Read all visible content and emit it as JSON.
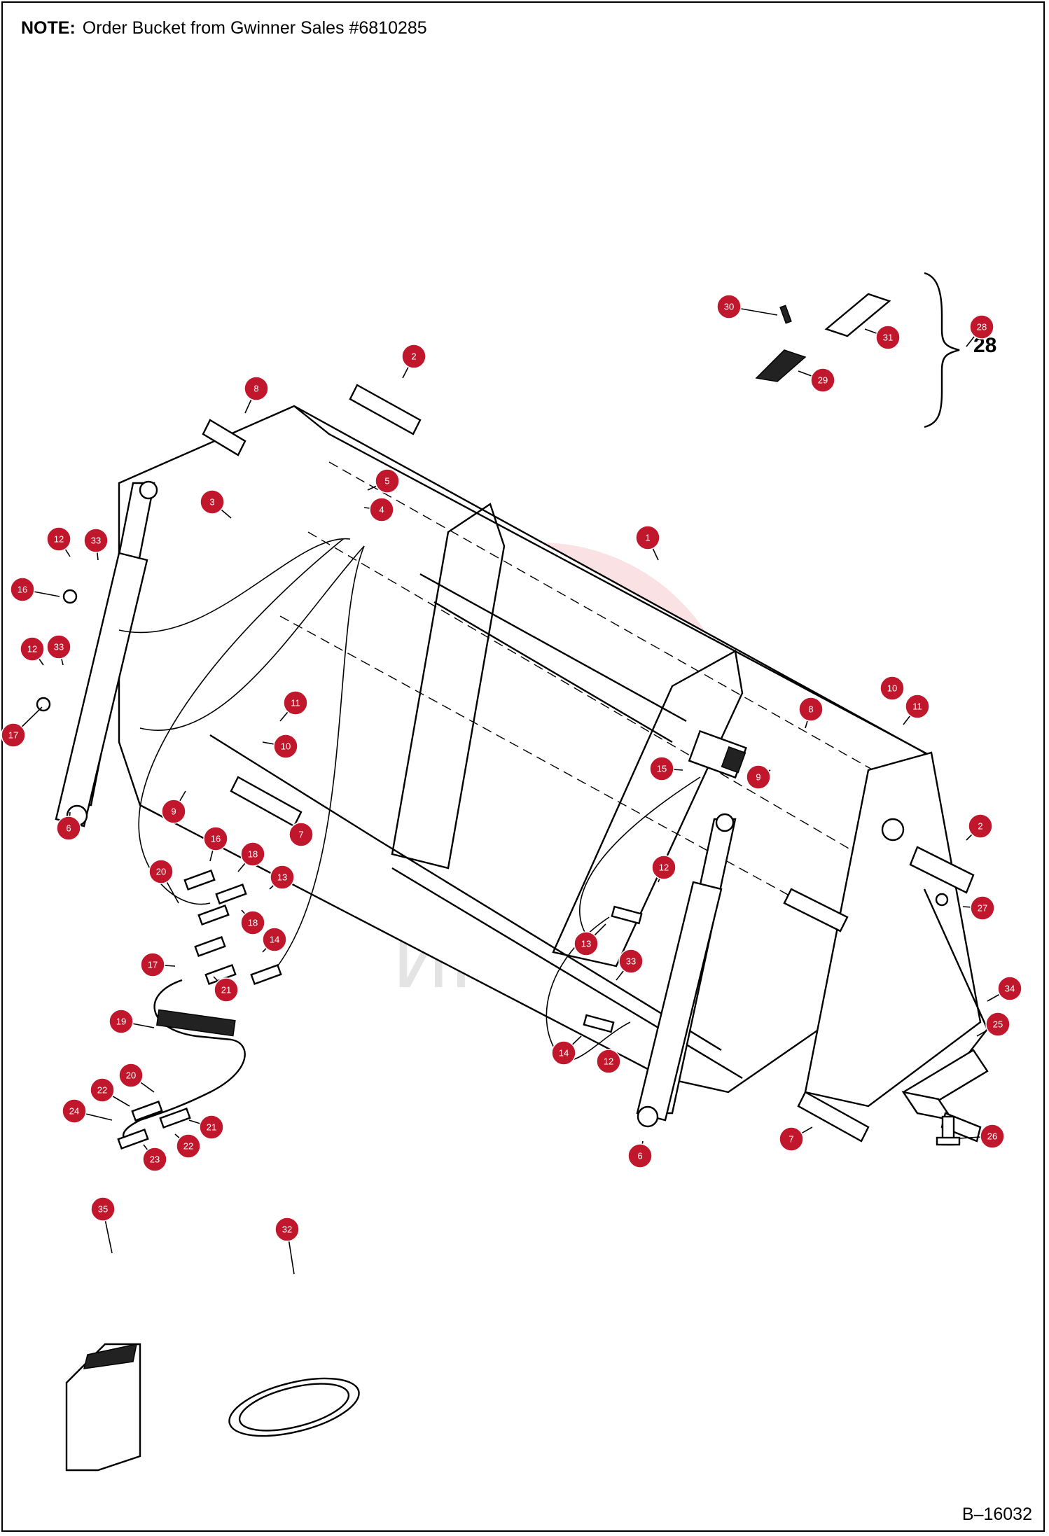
{
  "note": {
    "label": "NOTE:",
    "text": "Order Bucket from Gwinner Sales #6810285"
  },
  "figure_id": "B–16032",
  "watermark": {
    "text": "ИНТЕХ",
    "color": "#f6c9cc"
  },
  "bracket_group_label": "28",
  "callout_color": "#c0172c",
  "callouts": [
    {
      "label": "1"
    },
    {
      "label": "2"
    },
    {
      "label": "2"
    },
    {
      "label": "3"
    },
    {
      "label": "4"
    },
    {
      "label": "5"
    },
    {
      "label": "6"
    },
    {
      "label": "6"
    },
    {
      "label": "7"
    },
    {
      "label": "7"
    },
    {
      "label": "8"
    },
    {
      "label": "8"
    },
    {
      "label": "9"
    },
    {
      "label": "9"
    },
    {
      "label": "10"
    },
    {
      "label": "10"
    },
    {
      "label": "11"
    },
    {
      "label": "11"
    },
    {
      "label": "12"
    },
    {
      "label": "12"
    },
    {
      "label": "12"
    },
    {
      "label": "12"
    },
    {
      "label": "13"
    },
    {
      "label": "13"
    },
    {
      "label": "14"
    },
    {
      "label": "14"
    },
    {
      "label": "15"
    },
    {
      "label": "16"
    },
    {
      "label": "16"
    },
    {
      "label": "17"
    },
    {
      "label": "17"
    },
    {
      "label": "18"
    },
    {
      "label": "18"
    },
    {
      "label": "19"
    },
    {
      "label": "20"
    },
    {
      "label": "20"
    },
    {
      "label": "21"
    },
    {
      "label": "21"
    },
    {
      "label": "22"
    },
    {
      "label": "22"
    },
    {
      "label": "23"
    },
    {
      "label": "24"
    },
    {
      "label": "25"
    },
    {
      "label": "26"
    },
    {
      "label": "27"
    },
    {
      "label": "28"
    },
    {
      "label": "29"
    },
    {
      "label": "30"
    },
    {
      "label": "31"
    },
    {
      "label": "32"
    },
    {
      "label": "33"
    },
    {
      "label": "33"
    },
    {
      "label": "33"
    },
    {
      "label": "34"
    },
    {
      "label": "35"
    }
  ]
}
